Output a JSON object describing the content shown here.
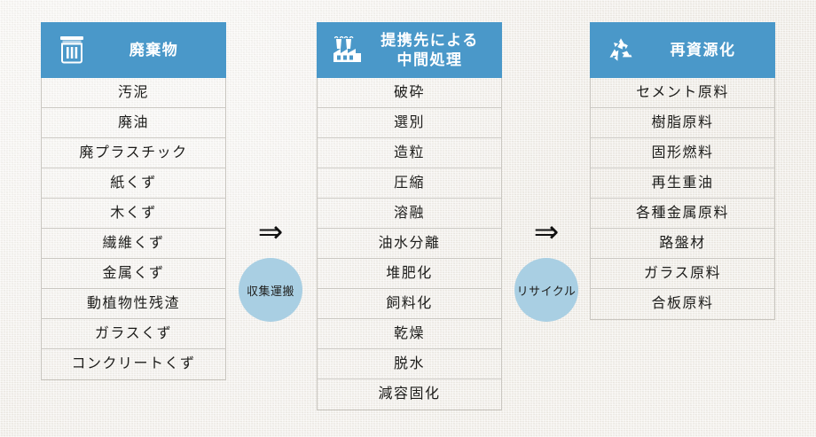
{
  "theme": {
    "header_blue": "#4a98c9",
    "bubble_blue": "#a9cfe3",
    "border_gray": "#c9c6c0",
    "background": "#f3f0ea",
    "text_dark": "#1d1d1b",
    "header_text": "#ffffff"
  },
  "columns": [
    {
      "id": "waste",
      "icon": "trash-can-icon",
      "title": "廃棄物",
      "items": [
        "汚泥",
        "廃油",
        "廃プラスチック",
        "紙くず",
        "木くず",
        "繊維くず",
        "金属くず",
        "動植物性残渣",
        "ガラスくず",
        "コンクリートくず"
      ]
    },
    {
      "id": "intermediate-processing",
      "icon": "factory-icon",
      "title": "提携先による\n中間処理",
      "items": [
        "破砕",
        "選別",
        "造粒",
        "圧縮",
        "溶融",
        "油水分離",
        "堆肥化",
        "飼料化",
        "乾燥",
        "脱水",
        "減容固化"
      ]
    },
    {
      "id": "recycling",
      "icon": "recycle-icon",
      "title": "再資源化",
      "items": [
        "セメント原料",
        "樹脂原料",
        "固形燃料",
        "再生重油",
        "各種金属原料",
        "路盤材",
        "ガラス原料",
        "合板原料"
      ]
    }
  ],
  "connectors": [
    {
      "id": "collection-transport",
      "arrow": "⇒",
      "label": "収集運搬"
    },
    {
      "id": "recycle-step",
      "arrow": "⇒",
      "label": "リサイクル"
    }
  ]
}
